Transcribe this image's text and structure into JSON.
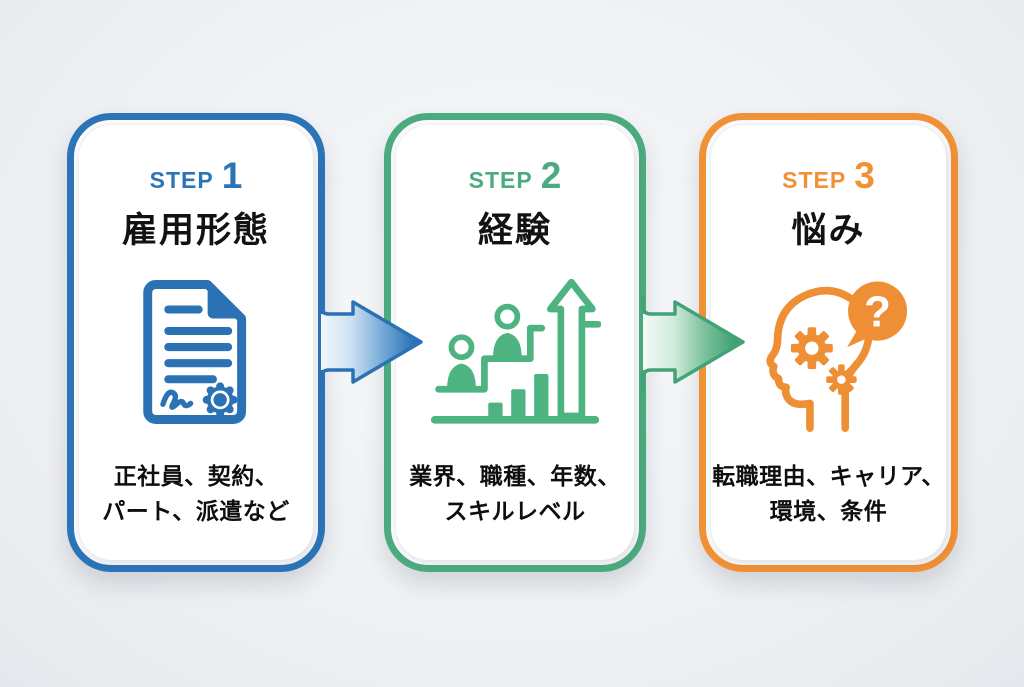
{
  "diagram": {
    "background_color": "#eff1f4",
    "steps": [
      {
        "step_label": "STEP",
        "step_number": "1",
        "title": "雇用形態",
        "description_line1": "正社員、契約、",
        "description_line2": "パート、派遣など",
        "accent_color": "#2b74b8",
        "icon": "contract-document-icon"
      },
      {
        "step_label": "STEP",
        "step_number": "2",
        "title": "経験",
        "description_line1": "業界、職種、年数、",
        "description_line2": "スキルレベル",
        "accent_color": "#4cab7e",
        "icon": "growth-chart-icon"
      },
      {
        "step_label": "STEP",
        "step_number": "3",
        "title": "悩み",
        "description_line1": "転職理由、キャリア、",
        "description_line2": "環境、条件",
        "accent_color": "#f19136",
        "icon": "thinking-head-question-icon"
      }
    ],
    "arrows": [
      {
        "from_step": "1",
        "to_step": "2",
        "color": "#1a64ae"
      },
      {
        "from_step": "2",
        "to_step": "3",
        "color": "#2e9966"
      }
    ]
  }
}
